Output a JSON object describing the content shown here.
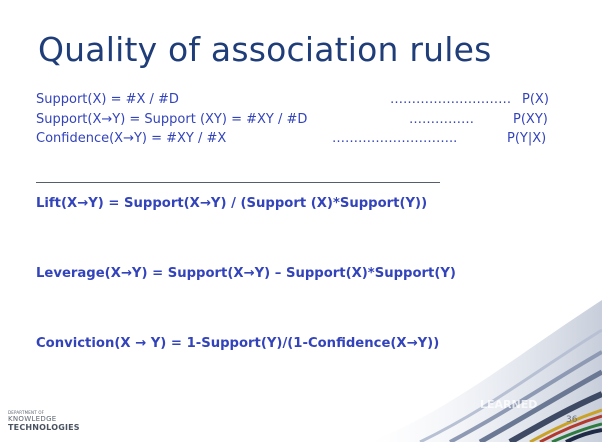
{
  "slide": {
    "title": "Quality of association rules",
    "definitions": [
      {
        "lhs": "Support(X) = #X / #D",
        "dots": "…………….…………",
        "rhs": "P(X)"
      },
      {
        "lhs": "Support(X→Y) = Support (XY) = #XY / #D",
        "dots": "……………",
        "rhs": "P(XY)"
      },
      {
        "lhs": "Confidence(X→Y) = #XY / #X",
        "dots": "………………………..",
        "rhs": "P(Y|X)"
      }
    ],
    "formulas": [
      "Lift(X→Y) = Support(X→Y) / (Support (X)*Support(Y))",
      "Leverage(X→Y) = Support(X→Y) – Support(X)*Support(Y)",
      "Conviction(X → Y) = 1-Support(Y)/(1-Confidence(X→Y))"
    ],
    "logo": {
      "line1": "DEPARTMENT OF",
      "line2": "KNOWLEDGE",
      "line3": "TECHNOLOGIES"
    },
    "page_number": "36",
    "watermark": "LEARNED"
  }
}
